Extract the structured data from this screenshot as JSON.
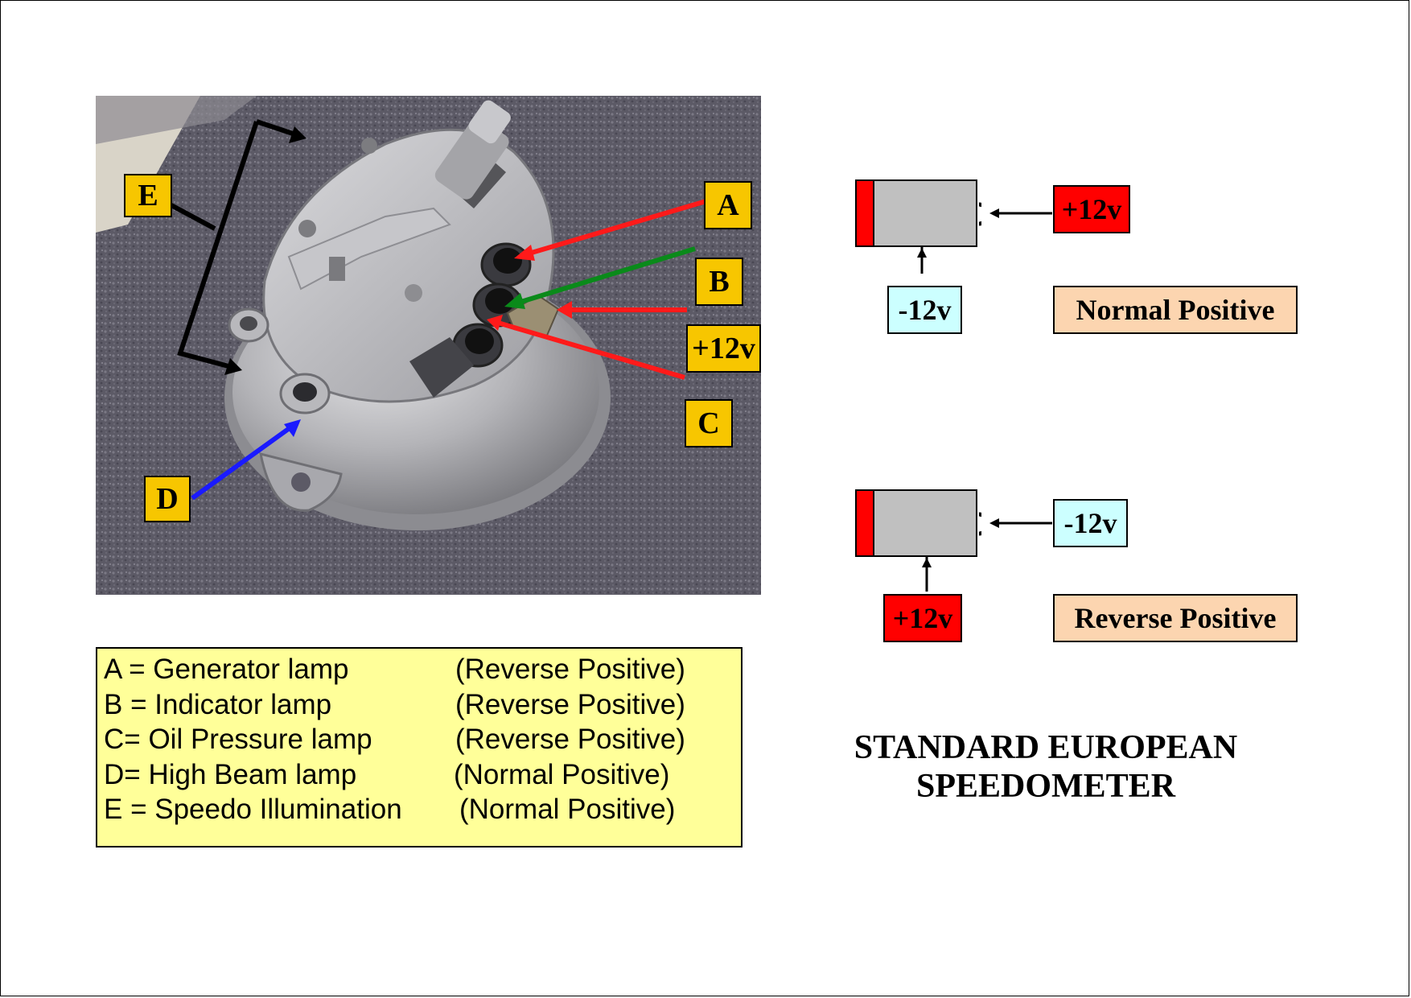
{
  "photo": {
    "tags": {
      "A": "A",
      "B": "B",
      "plus12": "+12v",
      "C": "C",
      "D": "D",
      "E": "E"
    },
    "arrow_colors": {
      "A": "#ff1a1a",
      "B": "#0a8a1a",
      "plus12": "#ff1a1a",
      "C": "#ff1a1a",
      "D": "#1a1aff",
      "E": "#000000"
    }
  },
  "legend": {
    "rows": [
      {
        "key": "A = Generator lamp",
        "value": "(Reverse Positive)"
      },
      {
        "key": "B = Indicator lamp",
        "value": "(Reverse Positive)"
      },
      {
        "key": "C= Oil Pressure lamp",
        "value": "(Reverse Positive)"
      },
      {
        "key": "D= High Beam lamp",
        "value": "(Normal Positive)"
      },
      {
        "key": "E = Speedo Illumination",
        "value": "(Normal Positive)"
      }
    ]
  },
  "schematic": {
    "normal": {
      "right_label": "+12v",
      "bottom_label": "-12v",
      "caption": "Normal Positive"
    },
    "reverse": {
      "right_label": "-12v",
      "bottom_label": "+12v",
      "caption": "Reverse Positive"
    },
    "title_line1": "STANDARD EUROPEAN",
    "title_line2": "SPEEDOMETER"
  },
  "colors": {
    "tag_fill": "#f7c600",
    "legend_fill": "#ffff99",
    "lamp_body": "#c0c0c0",
    "lamp_cap": "#ff0000",
    "plus_label_fill": "#ff0000",
    "minus_label_fill": "#ccffff",
    "caption_fill": "#fcd5b0"
  }
}
